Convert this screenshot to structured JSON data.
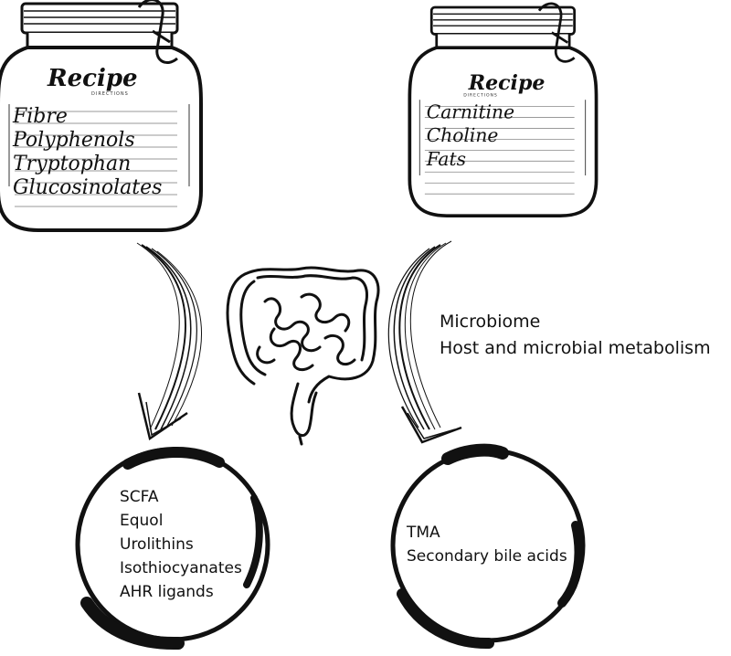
{
  "jars": {
    "left": {
      "brand": "Recipe",
      "brand_sub": "DIRECTIONS",
      "items": [
        "Fibre",
        "Polyphenols",
        "Tryptophan",
        "Glucosinolates"
      ]
    },
    "right": {
      "brand": "Recipe",
      "brand_sub": "DIRECTIONS",
      "items": [
        "Carnitine",
        "Choline",
        "Fats"
      ]
    }
  },
  "process": {
    "line1": "Microbiome",
    "line2": "Host and microbial metabolism"
  },
  "outputs": {
    "left": [
      "SCFA",
      "Equol",
      "Urolithins",
      "Isothiocyanates",
      "AHR ligands"
    ],
    "right": [
      "TMA",
      "Secondary bile acids"
    ]
  }
}
